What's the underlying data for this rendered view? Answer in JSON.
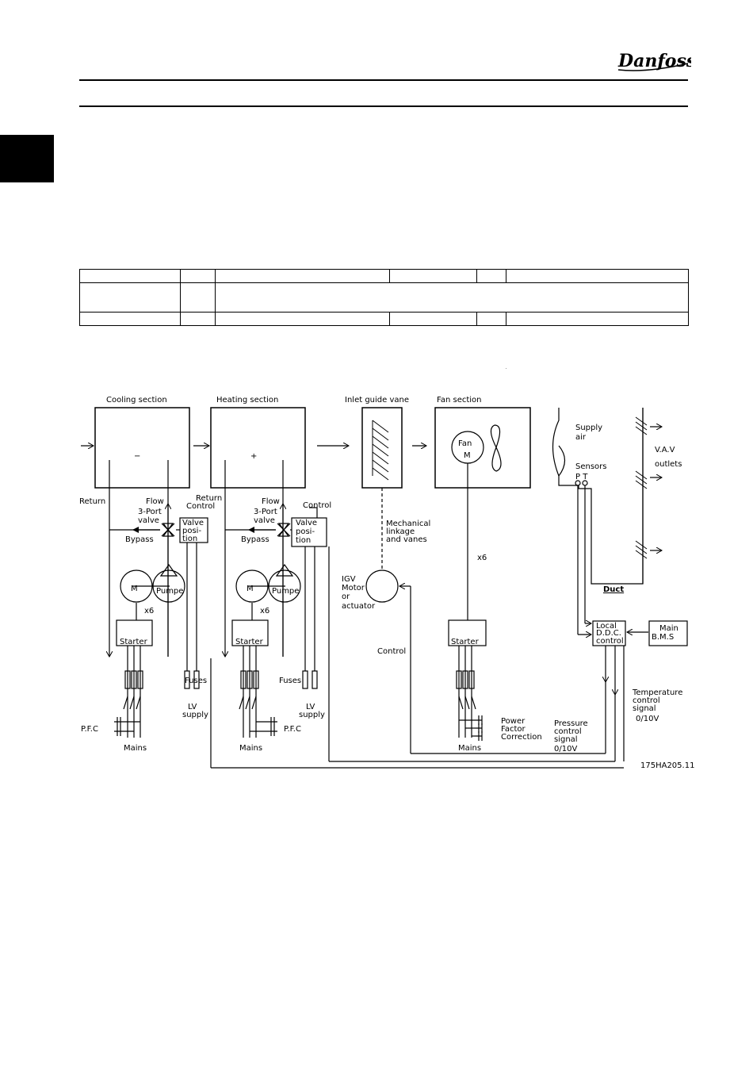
{
  "brand": {
    "logo_text": "Danfoss"
  },
  "table": {
    "rows": [
      [
        "",
        "",
        "",
        "",
        "",
        ""
      ],
      [
        ""
      ],
      [
        "",
        "",
        "",
        "",
        "",
        ""
      ]
    ]
  },
  "diagram": {
    "cooling": {
      "title": "Cooling section",
      "symbol": "−"
    },
    "heating": {
      "title": "Heating section",
      "symbol": "+"
    },
    "igv_title": "Inlet guide vane",
    "fan_title": "Fan section",
    "fan_label_1": "Fan",
    "fan_label_2": "M",
    "supply_1": "Supply",
    "supply_2": "air",
    "vav_1": "V.A.V",
    "vav_2": "outlets",
    "sensors": "Sensors",
    "pt": "P T",
    "duct": "Duct",
    "return": "Return",
    "flow": "Flow",
    "port_1": "3-Port",
    "port_2": "valve",
    "bypass": "Bypass",
    "valve_1": "Valve",
    "valve_2": "posi-",
    "valve_3": "tion",
    "return_control_1": "Return",
    "return_control_2": "Control",
    "control": "Control",
    "motor": "M",
    "pump": "Pumpe",
    "x6": "x6",
    "starter": "Starter",
    "fuses": "Fuses",
    "lv_1": "LV",
    "lv_2": "supply",
    "pfc": "P.F.C",
    "mains": "Mains",
    "mech_1": "Mechanical",
    "mech_2": "linkage",
    "mech_3": "and vanes",
    "igv_motor_1": "IGV",
    "igv_motor_2": "Motor",
    "igv_motor_3": "or",
    "igv_motor_4": "actuator",
    "control_left": "Control",
    "pf_1": "Power",
    "pf_2": "Factor",
    "pf_3": "Correction",
    "pressure_1": "Pressure",
    "pressure_2": "control",
    "pressure_3": "signal",
    "pressure_4": "0/10V",
    "temp_1": "Temperature",
    "temp_2": "control",
    "temp_3": "signal",
    "temp_4": "0/10V",
    "ddc_1": "Local",
    "ddc_2": "D.D.C.",
    "ddc_3": "control",
    "bms_1": "Main",
    "bms_2": "B.M.S",
    "code": "175HA205.11"
  }
}
